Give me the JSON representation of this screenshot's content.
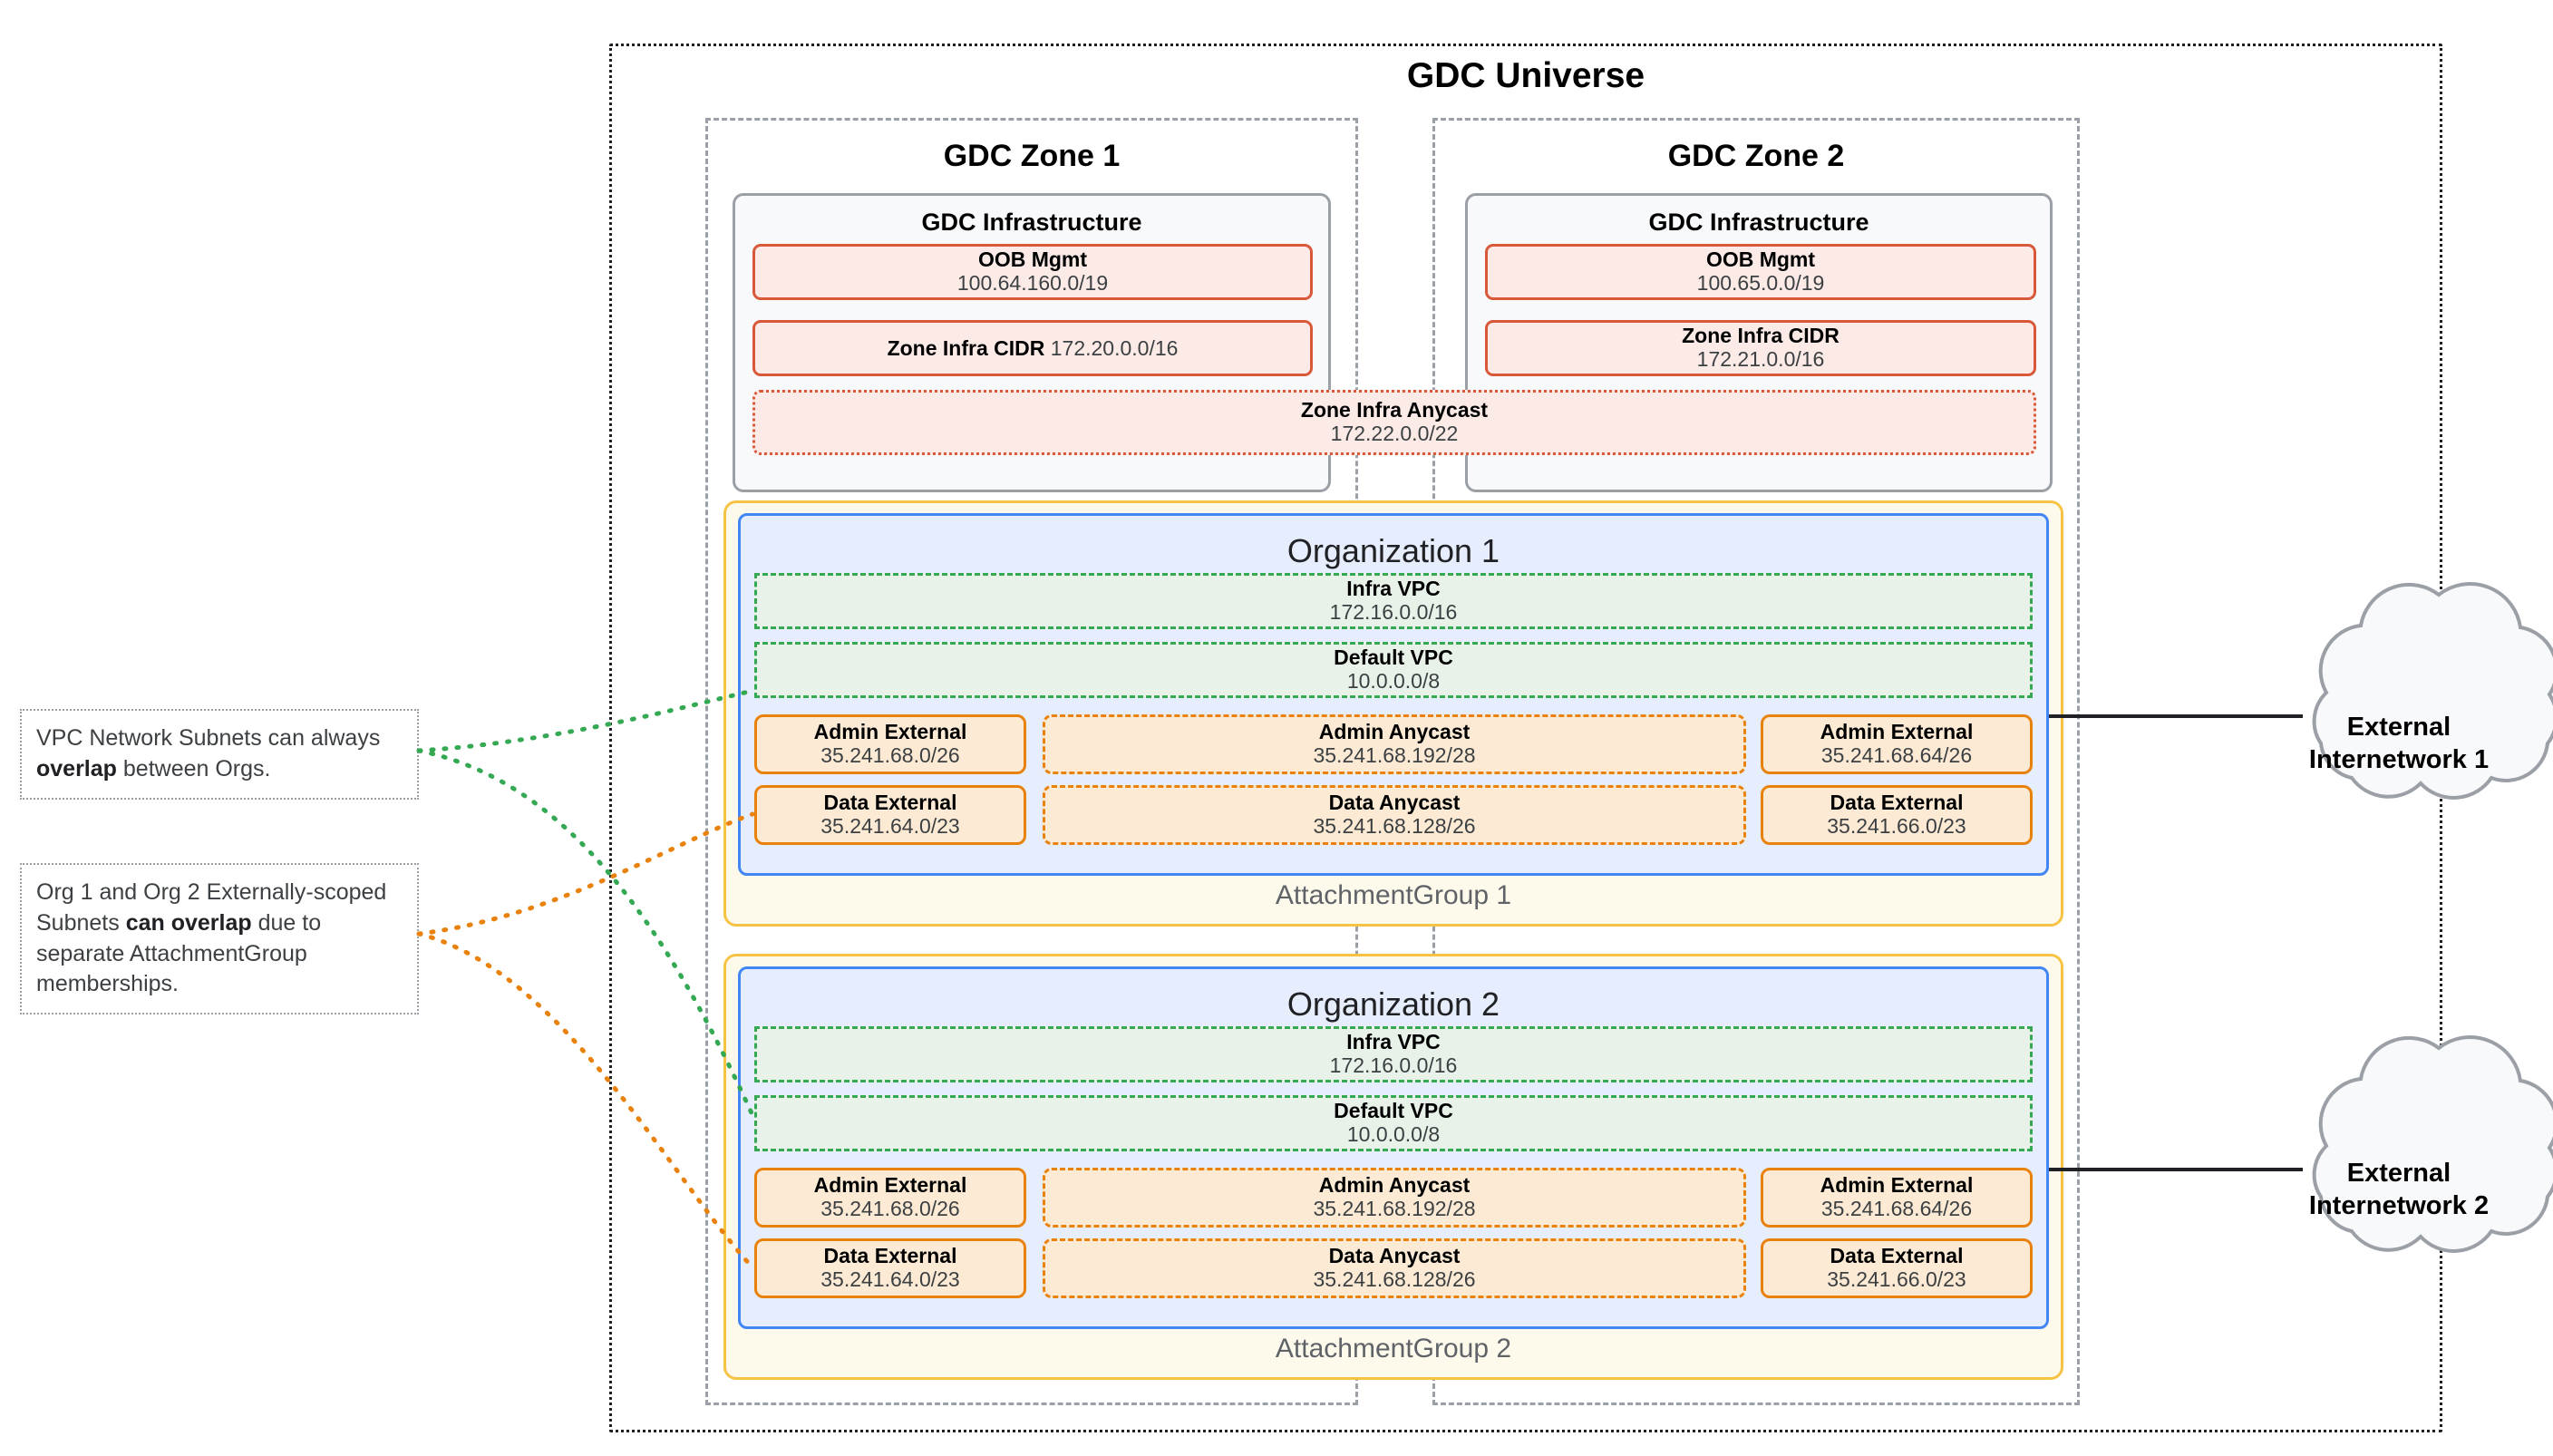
{
  "universe": {
    "title": "GDC Universe"
  },
  "zones": [
    {
      "title": "GDC Zone 1",
      "infra_title": "GDC Infrastructure",
      "oob": {
        "label": "OOB Mgmt",
        "cidr": "100.64.160.0/19"
      },
      "zone_infra": {
        "label": "Zone Infra CIDR",
        "cidr": "172.20.0.0/16"
      }
    },
    {
      "title": "GDC Zone 2",
      "infra_title": "GDC Infrastructure",
      "oob": {
        "label": "OOB Mgmt",
        "cidr": "100.65.0.0/19"
      },
      "zone_infra": {
        "label": "Zone Infra CIDR",
        "cidr": "172.21.0.0/16"
      }
    }
  ],
  "zone_infra_anycast": {
    "label": "Zone Infra Anycast",
    "cidr": "172.22.0.0/22"
  },
  "attachment_groups": [
    {
      "label": "AttachmentGroup 1"
    },
    {
      "label": "AttachmentGroup 2"
    }
  ],
  "organizations": [
    {
      "title": "Organization 1",
      "infra_vpc": {
        "label": "Infra VPC",
        "cidr": "172.16.0.0/16"
      },
      "default_vpc": {
        "label": "Default VPC",
        "cidr": "10.0.0.0/8"
      },
      "subnets": {
        "admin_external_left": {
          "label": "Admin External",
          "cidr": "35.241.68.0/26"
        },
        "admin_anycast": {
          "label": "Admin Anycast",
          "cidr": "35.241.68.192/28"
        },
        "admin_external_right": {
          "label": "Admin External",
          "cidr": "35.241.68.64/26"
        },
        "data_external_left": {
          "label": "Data External",
          "cidr": "35.241.64.0/23"
        },
        "data_anycast": {
          "label": "Data Anycast",
          "cidr": "35.241.68.128/26"
        },
        "data_external_right": {
          "label": "Data External",
          "cidr": "35.241.66.0/23"
        }
      }
    },
    {
      "title": "Organization 2",
      "infra_vpc": {
        "label": "Infra VPC",
        "cidr": "172.16.0.0/16"
      },
      "default_vpc": {
        "label": "Default VPC",
        "cidr": "10.0.0.0/8"
      },
      "subnets": {
        "admin_external_left": {
          "label": "Admin External",
          "cidr": "35.241.68.0/26"
        },
        "admin_anycast": {
          "label": "Admin Anycast",
          "cidr": "35.241.68.192/28"
        },
        "admin_external_right": {
          "label": "Admin External",
          "cidr": "35.241.68.64/26"
        },
        "data_external_left": {
          "label": "Data External",
          "cidr": "35.241.64.0/23"
        },
        "data_anycast": {
          "label": "Data Anycast",
          "cidr": "35.241.68.128/26"
        },
        "data_external_right": {
          "label": "Data External",
          "cidr": "35.241.66.0/23"
        }
      }
    }
  ],
  "notes": [
    {
      "text_before": "VPC Network Subnets can always ",
      "emphasis": "overlap",
      "text_after": " between Orgs."
    },
    {
      "text_before": "Org 1 and Org 2 Externally-scoped Subnets ",
      "emphasis": "can overlap",
      "text_after": " due to separate AttachmentGroup memberships."
    }
  ],
  "clouds": [
    {
      "line1": "External",
      "line2": "Internetwork 1"
    },
    {
      "line1": "External",
      "line2": "Internetwork 2"
    }
  ],
  "colors": {
    "universe_border": "#202124",
    "zone_border": "#9aa0a6",
    "infra_border": "#9aa0a6",
    "cidr_red": "#d9583a",
    "cidr_red_fill": "#fbeae6",
    "attachment_yellow": "#f6c344",
    "attachment_fill": "#fdfaec",
    "org_blue": "#4285f4",
    "org_fill": "#e6edfd",
    "vpc_green": "#34a853",
    "vpc_fill": "#e8f2e8",
    "subnet_orange": "#e8820c",
    "subnet_fill": "#fcead4",
    "cloud_stroke": "#9aa0a6",
    "cloud_fill": "#f7f9fb"
  }
}
